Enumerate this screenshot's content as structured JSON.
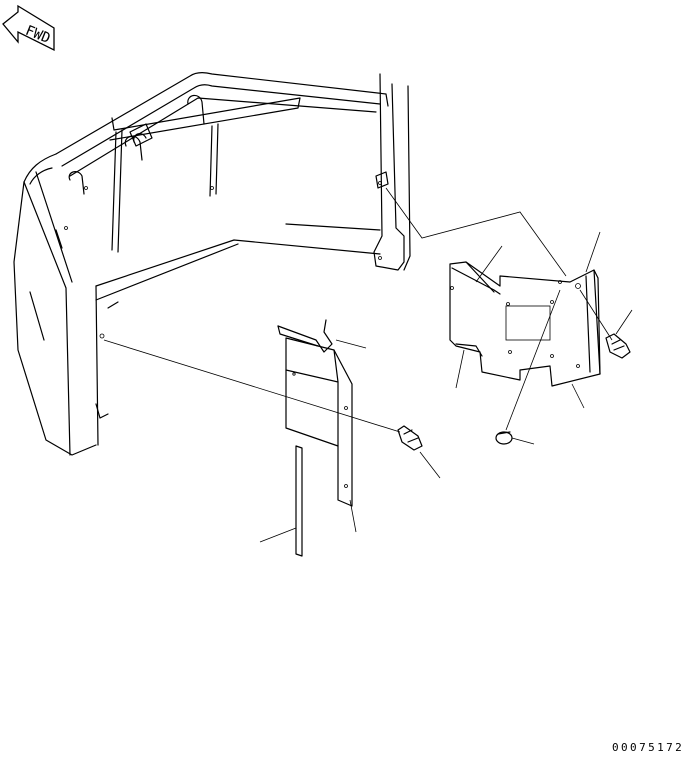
{
  "direction_tag": {
    "label": "FWD",
    "icon": "fwd-arrow-icon"
  },
  "drawing_number": "00075172",
  "parts": [
    {
      "name": "cab-frame-shell"
    },
    {
      "name": "right-side-cover-plate"
    },
    {
      "name": "center-cover-plate"
    },
    {
      "name": "seal-strip-upper"
    },
    {
      "name": "seal-strip-lower"
    },
    {
      "name": "bolt-upper"
    },
    {
      "name": "bolt-center"
    },
    {
      "name": "clip-grommet"
    }
  ]
}
